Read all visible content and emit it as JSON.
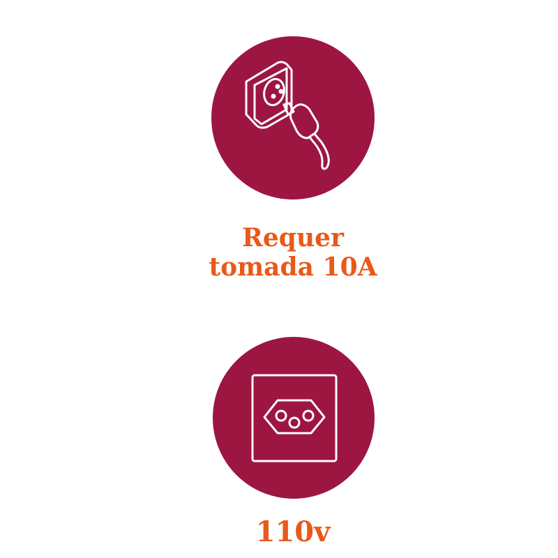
{
  "items": [
    {
      "icon": "plug-in-socket-icon",
      "label_line1": "Requer",
      "label_line2": "tomada 10A"
    },
    {
      "icon": "socket-outlet-icon",
      "label": "110v"
    }
  ],
  "colors": {
    "circle": "#9d1641",
    "text": "#e8591a",
    "icon": "#ffffff"
  }
}
